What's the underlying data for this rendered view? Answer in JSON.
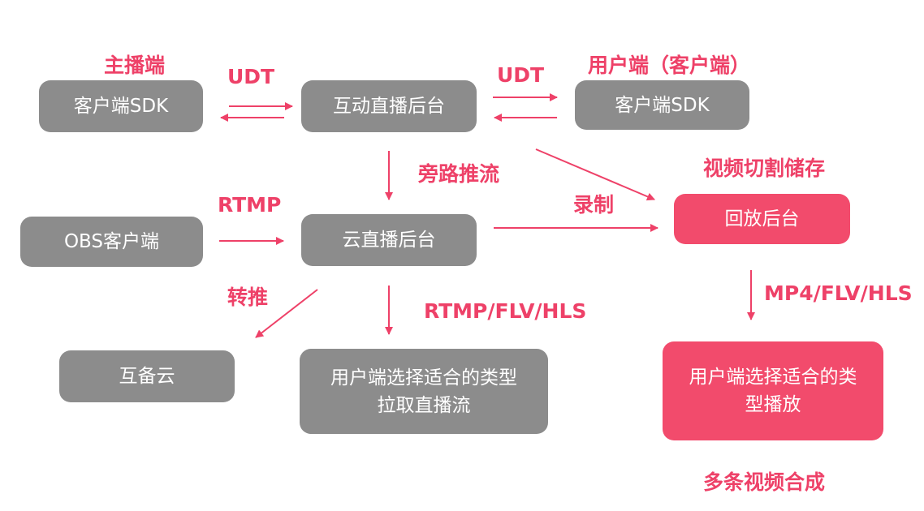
{
  "nodes": {
    "broadcaster_sdk": "客户端SDK",
    "interactive_backend": "互动直播后台",
    "viewer_sdk": "客户端SDK",
    "obs_client": "OBS客户端",
    "cloud_backend": "云直播后台",
    "playback_backend": "回放后台",
    "backup_cloud": "互备云",
    "live_pull": "用户端选择适合的类型\n拉取直播流",
    "playback_play": "用户端选择适合的类\n型播放"
  },
  "labels": {
    "broadcaster": "主播端",
    "udt_left": "UDT",
    "udt_right": "UDT",
    "viewer": "用户端（客户端）",
    "bypass_push": "旁路推流",
    "video_slice_storage": "视频切割储存",
    "rtmp": "RTMP",
    "record": "录制",
    "forward_push": "转推",
    "live_formats": "RTMP/FLV/HLS",
    "playback_formats": "MP4/FLV/HLS",
    "multi_video_merge": "多条视频合成"
  },
  "colors": {
    "gray_node": "#8c8c8c",
    "pink_node": "#f24b6c",
    "accent": "#ee4168"
  }
}
